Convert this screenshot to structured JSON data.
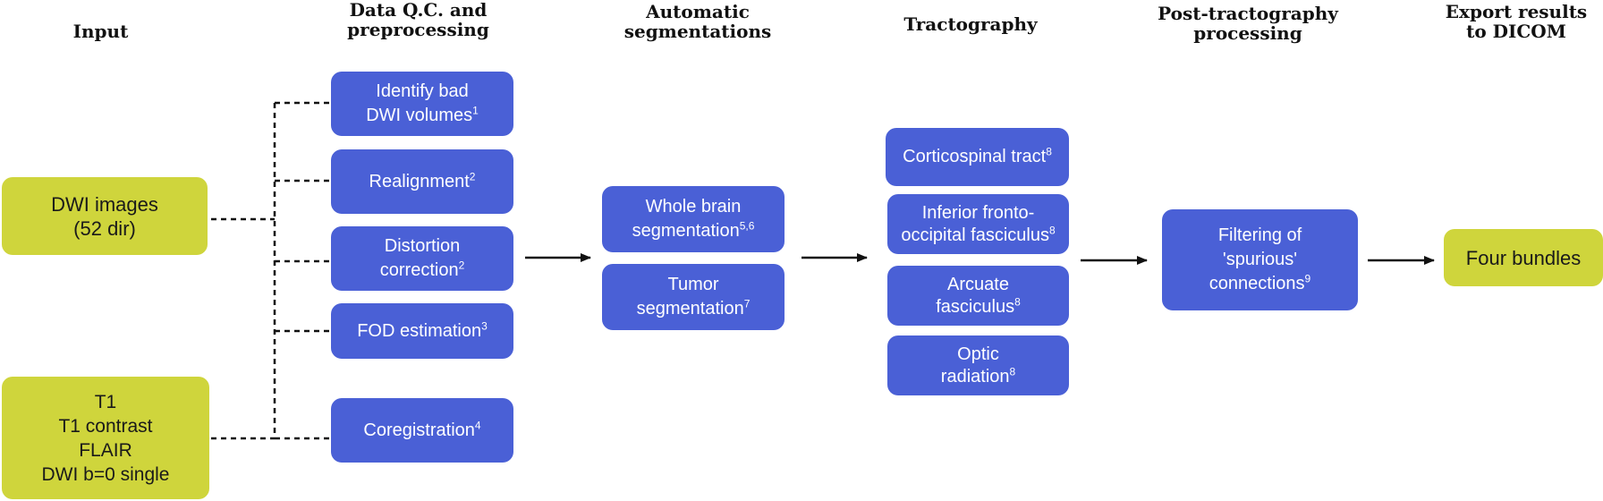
{
  "colors": {
    "process_box": "#4a60d6",
    "io_box": "#cfd53c",
    "text_on_process": "#ffffff",
    "connector": "#111111"
  },
  "headers": {
    "input": [
      "Input"
    ],
    "preprocessing": [
      "Data Q.C. and",
      "preprocessing"
    ],
    "segmentations": [
      "Automatic",
      "segmentations"
    ],
    "tractography": [
      "Tractography"
    ],
    "post": [
      "Post-tractography",
      "processing"
    ],
    "export": [
      "Export results",
      "to DICOM"
    ]
  },
  "inputs": {
    "dwi": {
      "lines": [
        "DWI images",
        "(52 dir)"
      ]
    },
    "anat": {
      "lines": [
        "T1",
        "T1 contrast",
        "FLAIR",
        "DWI b=0 single"
      ]
    }
  },
  "preprocessing": [
    {
      "l1": "Identify bad",
      "l2": "DWI volumes",
      "sup": "1"
    },
    {
      "l1": "Realignment",
      "sup1": "2"
    },
    {
      "l1": "Distortion",
      "l2": "correction",
      "sup": "2"
    },
    {
      "l1": "FOD estimation",
      "sup1": "3"
    },
    {
      "l1": "Coregistration",
      "sup1": "4"
    }
  ],
  "segmentations": [
    {
      "l1": "Whole brain",
      "l2": "segmentation",
      "sup": "5,6"
    },
    {
      "l1": "Tumor",
      "l2": "segmentation",
      "sup": "7"
    }
  ],
  "tractography": [
    {
      "l1": "Corticospinal tract",
      "sup1": "8"
    },
    {
      "l1": "Inferior fronto-",
      "l2": "occipital fasciculus",
      "sup": "8"
    },
    {
      "l1": "Arcuate",
      "l2": "fasciculus",
      "sup": "8"
    },
    {
      "l1": "Optic",
      "l2": "radiation",
      "sup": "8"
    }
  ],
  "post": {
    "l1": "Filtering of",
    "l2": "'spurious'",
    "l3": "connections",
    "sup": "9"
  },
  "output": {
    "label": "Four bundles"
  }
}
